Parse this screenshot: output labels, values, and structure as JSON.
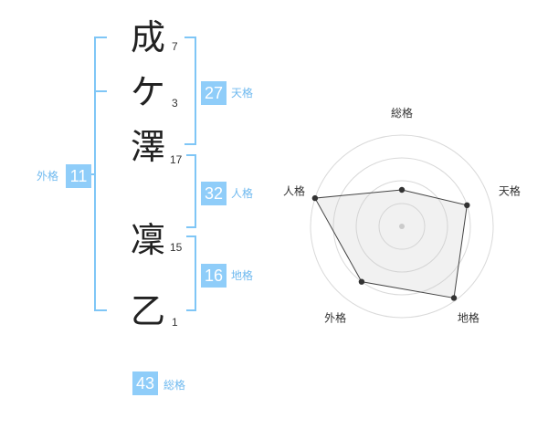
{
  "name_chars": [
    {
      "char": "成",
      "strokes": "7"
    },
    {
      "char": "ケ",
      "strokes": "3"
    },
    {
      "char": "澤",
      "strokes": "17"
    },
    {
      "char": "凜",
      "strokes": "15"
    },
    {
      "char": "乙",
      "strokes": "1"
    }
  ],
  "kaku": {
    "tenkaku": {
      "value": "27",
      "label": "天格"
    },
    "jinkaku": {
      "value": "32",
      "label": "人格"
    },
    "chikaku": {
      "value": "16",
      "label": "地格"
    },
    "gaikaku": {
      "value": "11",
      "label": "外格"
    },
    "soukaku": {
      "value": "43",
      "label": "総格"
    }
  },
  "colors": {
    "accent": "#8fcdf9",
    "bracket": "#7fc6f6",
    "label": "#6fb9ef"
  },
  "chart_data": {
    "type": "radar",
    "axes": [
      "総格",
      "天格",
      "地格",
      "外格",
      "人格"
    ],
    "levels": 4,
    "values": [
      0.4,
      0.75,
      0.97,
      0.75,
      1.0
    ],
    "grid": true
  }
}
